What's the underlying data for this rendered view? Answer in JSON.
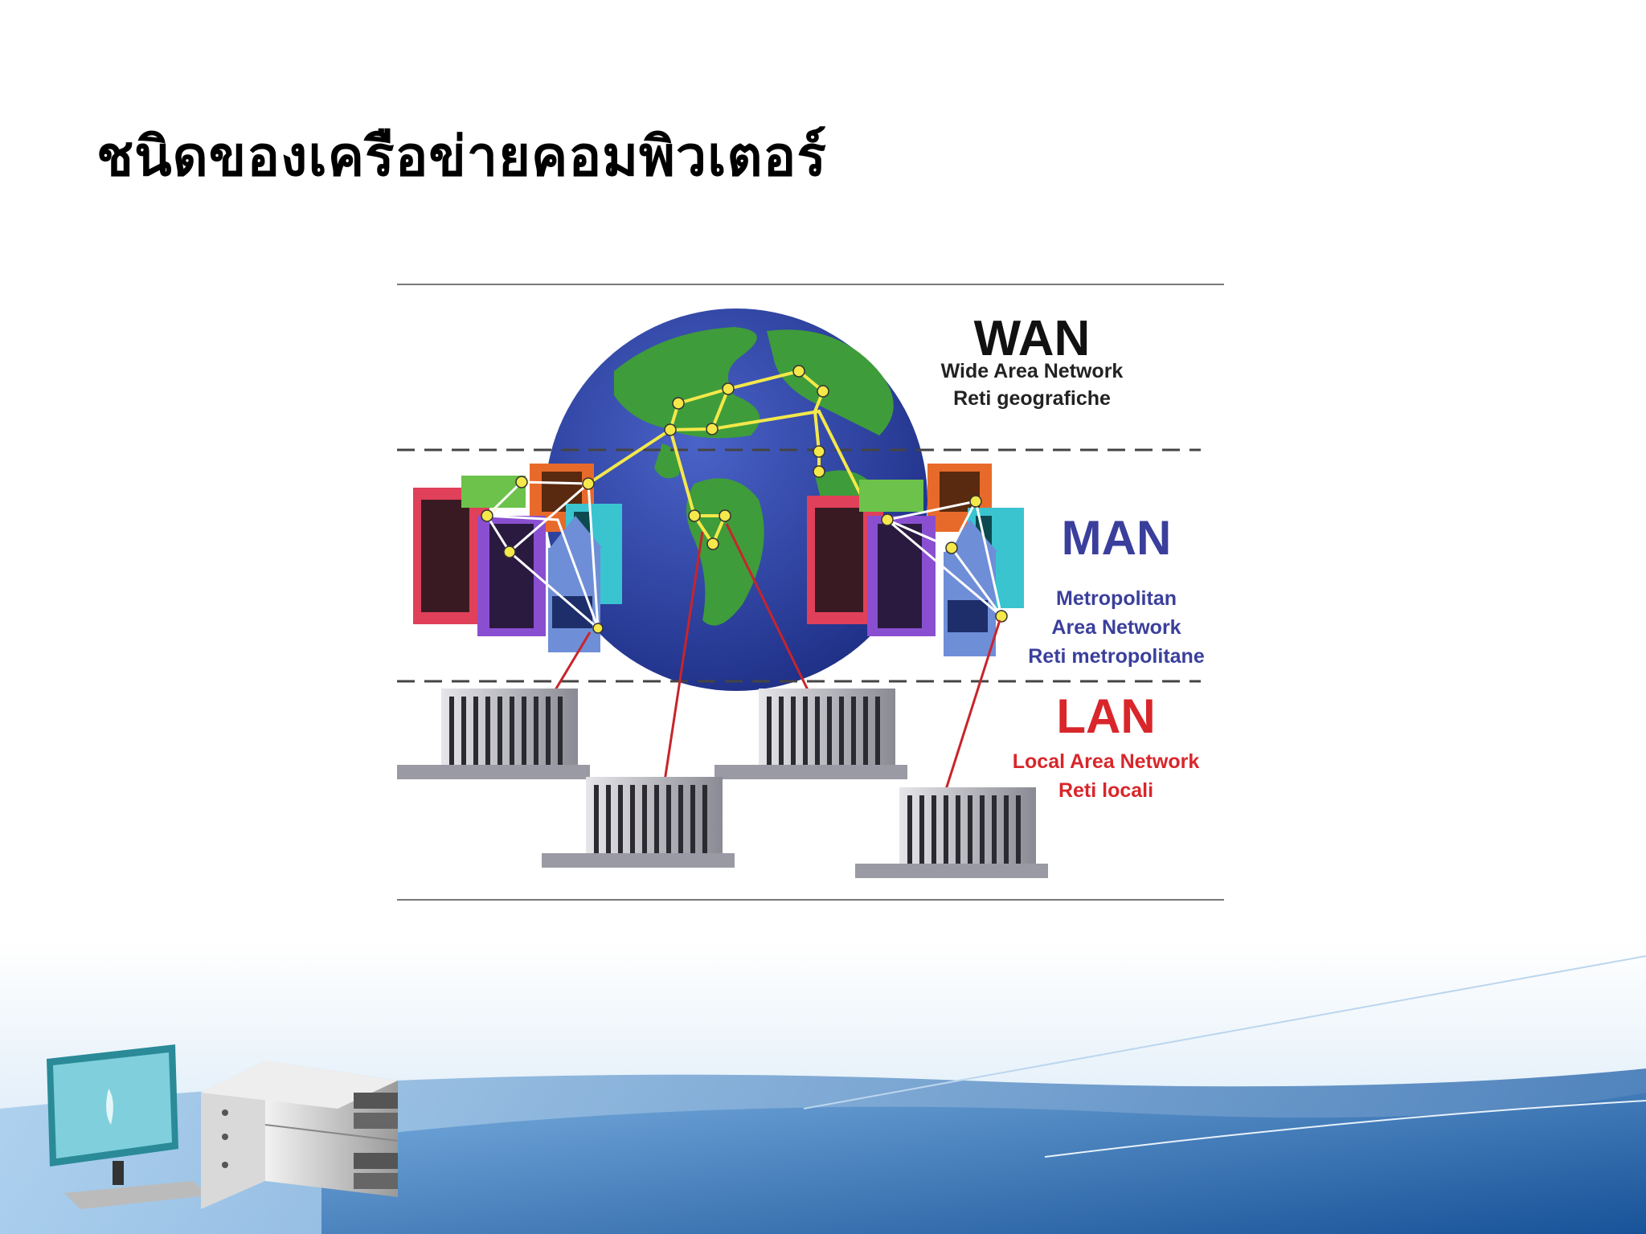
{
  "slide": {
    "title": "ชนิดของเครือข่ายคอมพิวเตอร์"
  },
  "diagram": {
    "wan": {
      "abbr": "WAN",
      "name_en": "Wide Area Network",
      "name_it": "Reti geografiche",
      "color": "#111111"
    },
    "man": {
      "abbr": "MAN",
      "line1": "Metropolitan",
      "line2": "Area Network",
      "name_it": "Reti metropolitane",
      "color": "#3a3f9c"
    },
    "lan": {
      "abbr": "LAN",
      "name_en": "Local Area Network",
      "name_it": "Reti locali",
      "color": "#d8262b"
    },
    "icons": [
      "globe-icon",
      "building-icon",
      "office-building-icon",
      "network-node-icon"
    ]
  },
  "footer": {
    "icons": [
      "computer-monitor-icon",
      "server-rack-icon"
    ],
    "colors": {
      "wave_light": "#cfe4f5",
      "wave_mid": "#6fa8dc",
      "wave_dark": "#1f5fa8"
    }
  }
}
